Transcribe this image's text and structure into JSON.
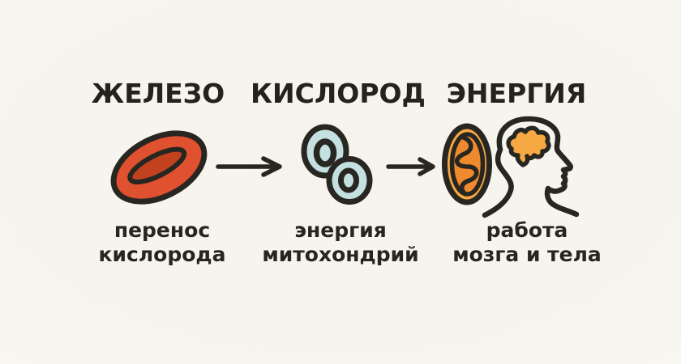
{
  "figure": {
    "type": "infographic",
    "language": "ru",
    "topic": "iron → oxygen → energy chain"
  },
  "columns": [
    {
      "id": "iron",
      "title": "ЖЕЛЕЗО",
      "caption": "перенос\nкислорода",
      "icon": "red-blood-cell-icon"
    },
    {
      "id": "oxygen",
      "title": "КИСЛОРОД",
      "caption": "энергия\nмитохондрий",
      "icon": "oxygen-molecules-icon"
    },
    {
      "id": "energy",
      "title": "ЭНЕРГИЯ",
      "caption": "работа\nмозга и тела",
      "icon": "mitochondria-and-head-icon"
    }
  ],
  "arrows": [
    {
      "name": "arrow-right-1"
    },
    {
      "name": "arrow-right-2"
    }
  ],
  "colors": {
    "background": "#F7F5F0",
    "ink": "#282621",
    "cell_red": "#E0512F",
    "cell_red_dark": "#C2411F",
    "oxygen_blue": "#C4E0E1",
    "mito_orange": "#F6A843",
    "mito_orange_dark": "#EF8A2E",
    "brain_orange": "#F6A843"
  }
}
